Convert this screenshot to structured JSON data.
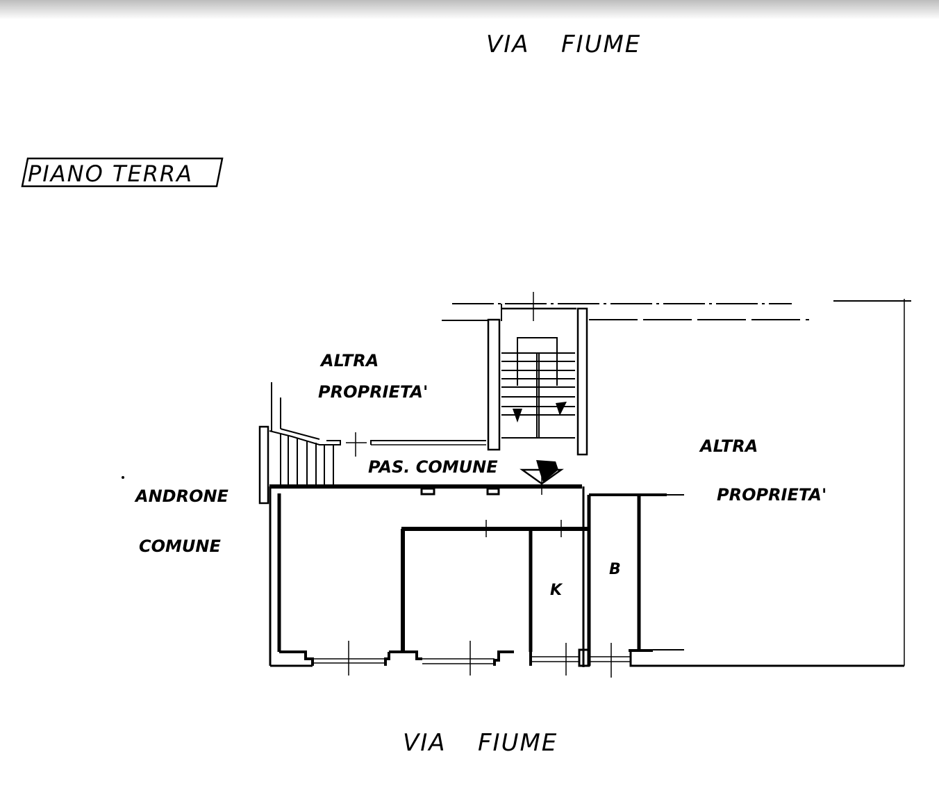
{
  "labels": {
    "street_top_1": "VIA",
    "street_top_2": "FIUME",
    "floor_title": "PIANO TERRA",
    "altra_top_1": "ALTRA",
    "altra_top_2": "PROPRIETA'",
    "altra_right_1": "ALTRA",
    "altra_right_2": "PROPRIETA'",
    "passage": "PAS. COMUNE",
    "androne_1": "ANDRONE",
    "androne_2": "COMUNE",
    "kitchen": "K",
    "bath": "B",
    "street_bottom_1": "VIA",
    "street_bottom_2": "FIUME"
  }
}
